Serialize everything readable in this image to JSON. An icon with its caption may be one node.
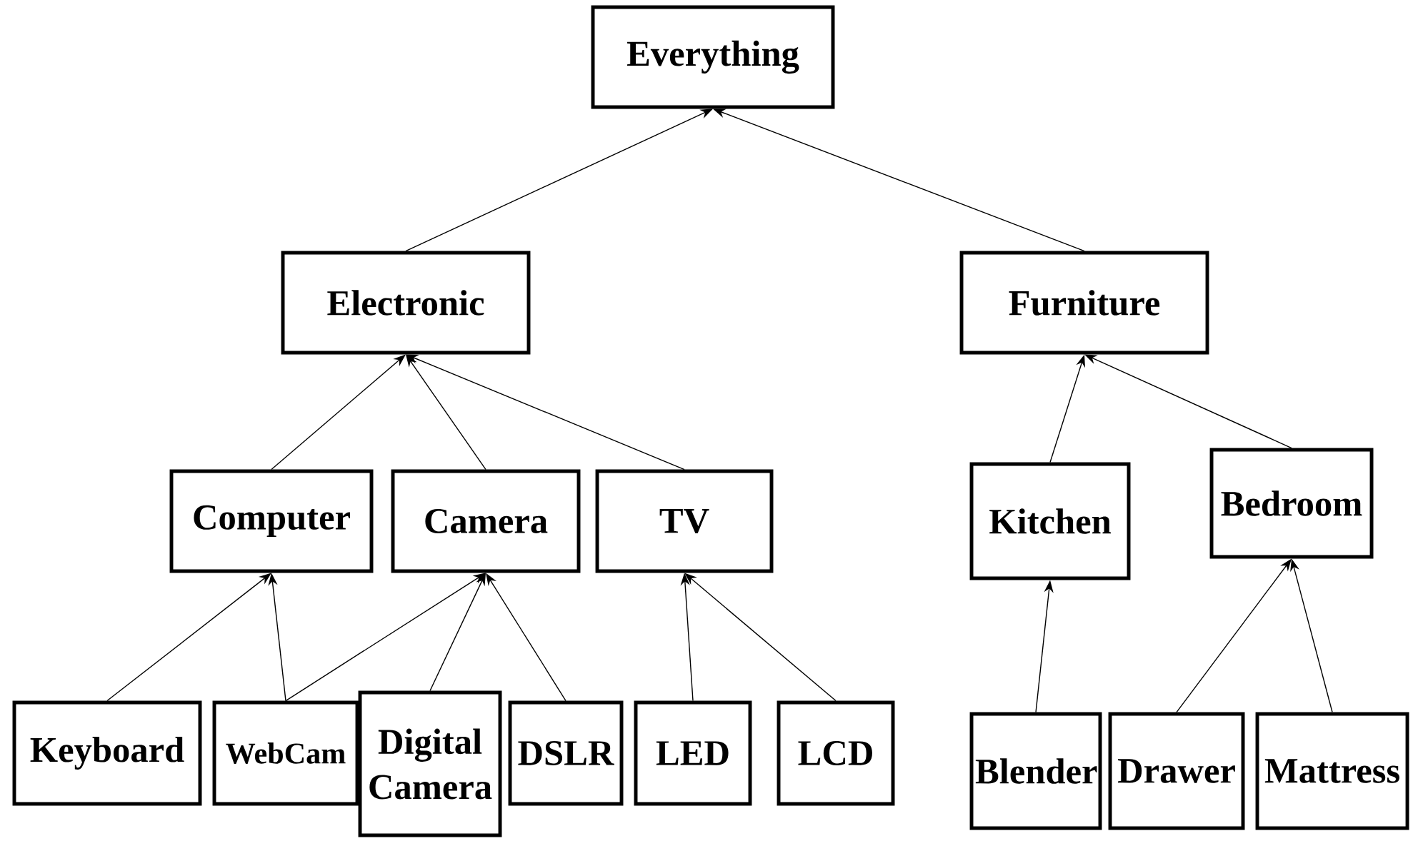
{
  "diagram": {
    "nodes": [
      {
        "text": [
          "Everything"
        ]
      },
      {
        "text": [
          "Electronic"
        ]
      },
      {
        "text": [
          "Furniture"
        ]
      },
      {
        "text": [
          "Computer"
        ]
      },
      {
        "text": [
          "Camera"
        ]
      },
      {
        "text": [
          "TV"
        ]
      },
      {
        "text": [
          "Kitchen"
        ]
      },
      {
        "text": [
          "Bedroom"
        ]
      },
      {
        "text": [
          "Keyboard"
        ]
      },
      {
        "text": [
          "WebCam"
        ]
      },
      {
        "text": [
          "Digital Camera"
        ]
      },
      {
        "text": [
          "DSLR"
        ]
      },
      {
        "text": [
          "LED"
        ]
      },
      {
        "text": [
          "LCD"
        ]
      },
      {
        "text": [
          "Blender"
        ]
      },
      {
        "text": [
          "Drawer"
        ]
      },
      {
        "text": [
          "Mattress"
        ]
      }
    ],
    "edges": [
      {
        "from": 1,
        "to": 0,
        "arrow": "to"
      },
      {
        "from": 2,
        "to": 0,
        "arrow": "to"
      },
      {
        "from": 3,
        "to": 1,
        "arrow": "to"
      },
      {
        "from": 4,
        "to": 1,
        "arrow": "to"
      },
      {
        "from": 5,
        "to": 1,
        "arrow": "to"
      },
      {
        "from": 6,
        "to": 2,
        "arrow": "to"
      },
      {
        "from": 7,
        "to": 2,
        "arrow": "to"
      },
      {
        "from": 8,
        "to": 3,
        "arrow": "to"
      },
      {
        "from": 9,
        "to": 3,
        "arrow": "to"
      },
      {
        "from": 9,
        "to": 4,
        "arrow": "to"
      },
      {
        "from": 10,
        "to": 4,
        "arrow": "to"
      },
      {
        "from": 11,
        "to": 4,
        "arrow": "to"
      },
      {
        "from": 12,
        "to": 5,
        "arrow": "to"
      },
      {
        "from": 13,
        "to": 5,
        "arrow": "to"
      },
      {
        "from": 14,
        "to": 6,
        "arrow": "to"
      },
      {
        "from": 15,
        "to": 7,
        "arrow": "to"
      },
      {
        "from": 16,
        "to": 7,
        "arrow": "to"
      }
    ]
  }
}
